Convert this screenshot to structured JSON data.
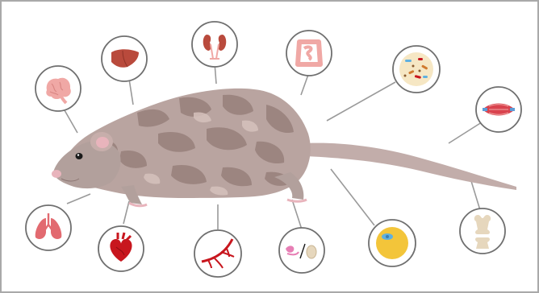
{
  "diagram": {
    "subject": "rat-organ-diagram",
    "colors": {
      "frame_border": "#a9a9a9",
      "leader_line": "#9a9a9a",
      "circle_fill": "#ffffff",
      "circle_stroke": "#6f6f6f",
      "rat_body": "#b9a4a0",
      "rat_patches": "#9c8580",
      "rat_light": "#d6c2bd",
      "rat_pink": "#e8b4bc",
      "organ_red": "#c8161e",
      "organ_pink": "#f0a8a5",
      "organ_brown": "#b94a3c",
      "bone": "#e6d7bd",
      "cell_yellow": "#f3c53a",
      "cell_blue": "#5fb0e0",
      "muscle_red": "#d9434e",
      "muscle_blue": "#5c9bd6"
    },
    "organs": [
      {
        "name": "brain",
        "icon": "brain-icon"
      },
      {
        "name": "liver",
        "icon": "liver-icon"
      },
      {
        "name": "kidneys",
        "icon": "kidney-icon"
      },
      {
        "name": "intestine",
        "icon": "intestine-icon"
      },
      {
        "name": "microbiome",
        "icon": "bacteria-icon"
      },
      {
        "name": "muscle",
        "icon": "muscle-icon"
      },
      {
        "name": "lungs",
        "icon": "lungs-icon"
      },
      {
        "name": "heart",
        "icon": "heart-icon"
      },
      {
        "name": "blood-vessels",
        "icon": "vessels-icon"
      },
      {
        "name": "reproductive",
        "icon": "reproductive-icon"
      },
      {
        "name": "cell",
        "icon": "cell-icon"
      },
      {
        "name": "bone-joint",
        "icon": "bone-icon"
      }
    ]
  }
}
